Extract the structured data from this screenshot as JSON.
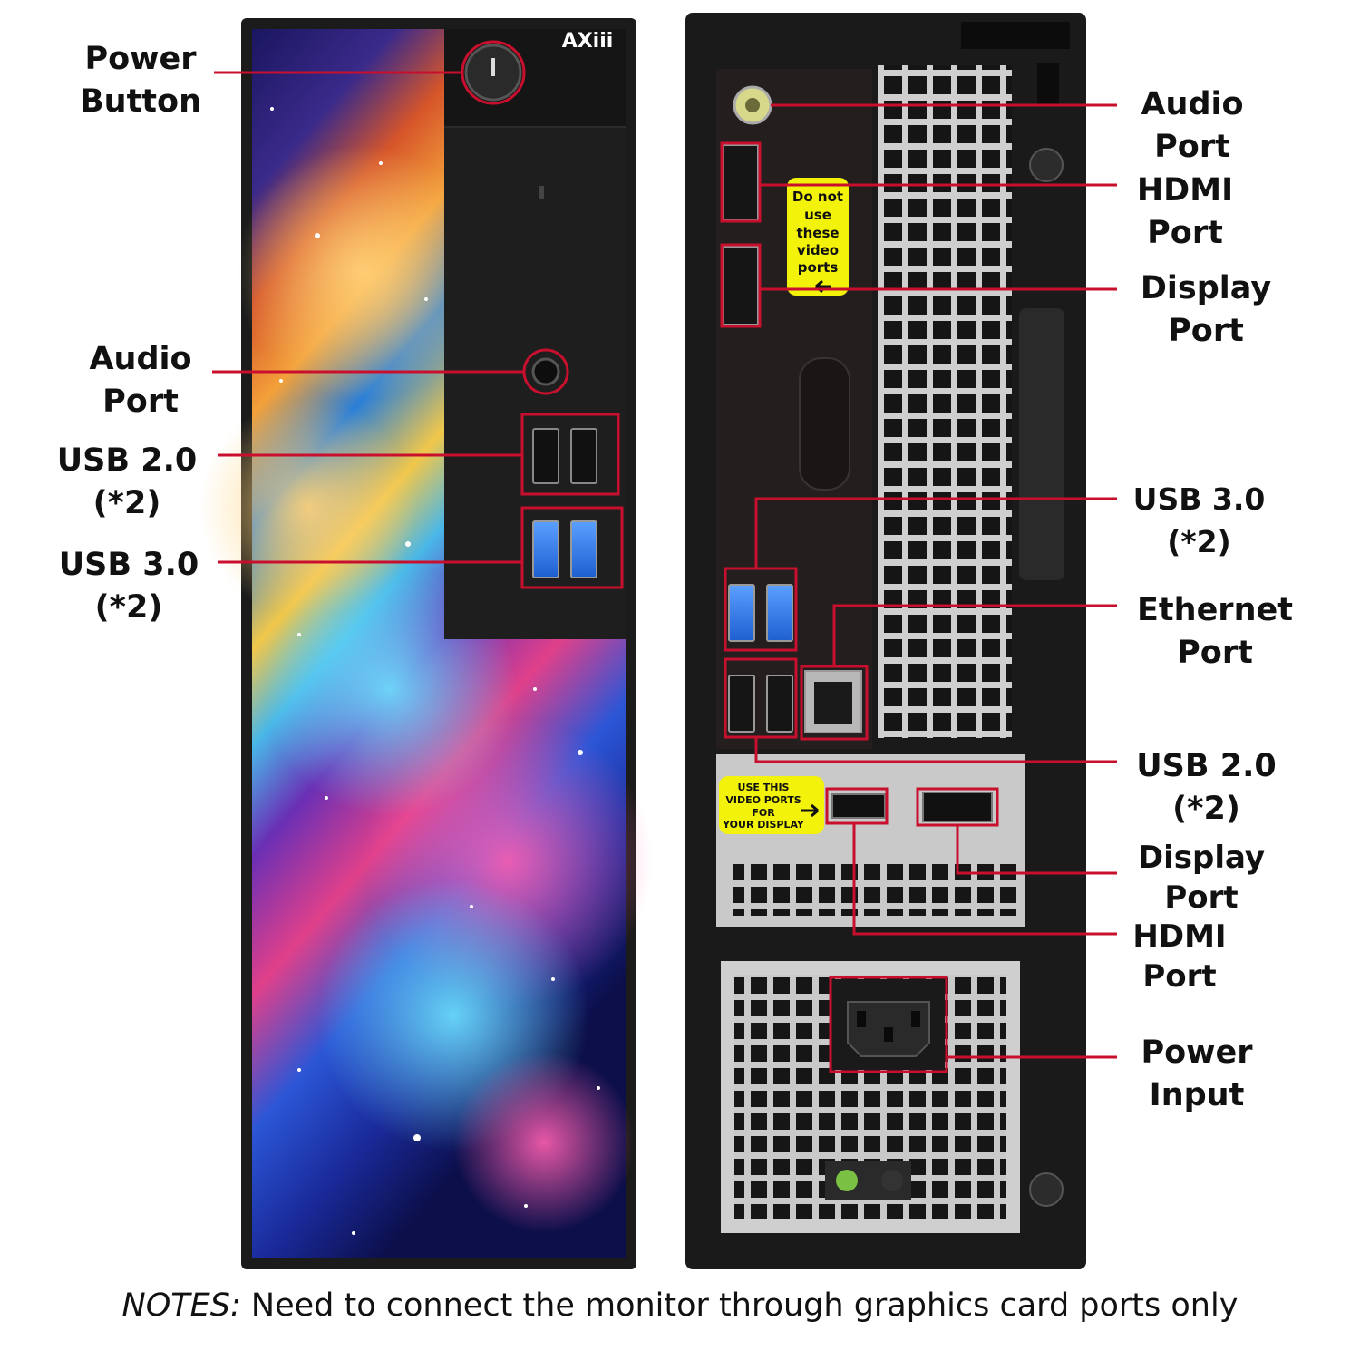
{
  "brand": "AXiii",
  "front_labels": {
    "power_button": [
      "Power",
      "Button"
    ],
    "audio_port": [
      "Audio",
      "Port"
    ],
    "usb2": [
      "USB 2.0",
      "(*2)"
    ],
    "usb3": [
      "USB 3.0",
      "(*2)"
    ]
  },
  "rear_labels": {
    "audio_port": [
      "Audio",
      "Port"
    ],
    "hdmi_port": [
      "HDMI",
      "Port"
    ],
    "display_port": [
      "Display",
      "Port"
    ],
    "usb3": [
      "USB 3.0",
      "(*2)"
    ],
    "ethernet_port": [
      "Ethernet",
      "Port"
    ],
    "usb2": [
      "USB 2.0",
      "(*2)"
    ],
    "gpu_display_port": [
      "Display",
      "Port"
    ],
    "gpu_hdmi_port": [
      "HDMI",
      "Port"
    ],
    "power_input": [
      "Power",
      "Input"
    ]
  },
  "stickers": {
    "do_not_use": [
      "Do not",
      "use",
      "these",
      "video",
      "ports"
    ],
    "use_this": [
      "USE THIS",
      "VIDEO PORTS",
      "FOR",
      "YOUR DISPLAY"
    ]
  },
  "notes": {
    "prefix": "NOTES:",
    "text": "Need to connect the monitor through graphics card ports only"
  },
  "colors": {
    "callout": "#c8102e",
    "sticker": "#f2f20a",
    "case": "#111111"
  }
}
